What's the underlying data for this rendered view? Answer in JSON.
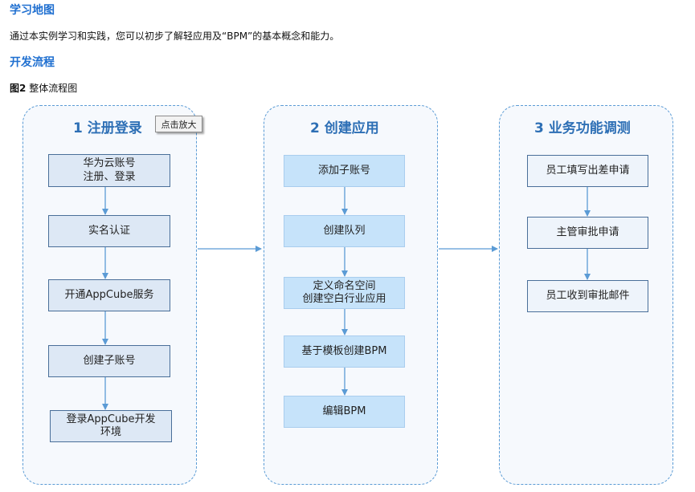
{
  "headings": {
    "learning_map": "学习地图",
    "dev_flow": "开发流程"
  },
  "intro": "通过本实例学习和实践，您可以初步了解轻应用及“BPM”的基本概念和能力。",
  "figure": {
    "label": "图2",
    "caption": "整体流程图"
  },
  "zoom_label": "点击放大",
  "panels": [
    {
      "title": "1 注册登录",
      "steps": [
        "华为云账号\n注册、登录",
        "实名认证",
        "开通AppCube服务",
        "创建子账号",
        "登录AppCube开发\n环境"
      ]
    },
    {
      "title": "2 创建应用",
      "steps": [
        "添加子账号",
        "创建队列",
        "定义命名空间\n创建空白行业应用",
        "基于模板创建BPM",
        "编辑BPM"
      ]
    },
    {
      "title": "3 业务功能调测",
      "steps": [
        "员工填写出差申请",
        "主管审批申请",
        "员工收到审批邮件"
      ]
    }
  ],
  "colors": {
    "heading": "#1f6fd0",
    "panel_border": "#5a9bd5",
    "arrow": "#5b9bd5"
  }
}
